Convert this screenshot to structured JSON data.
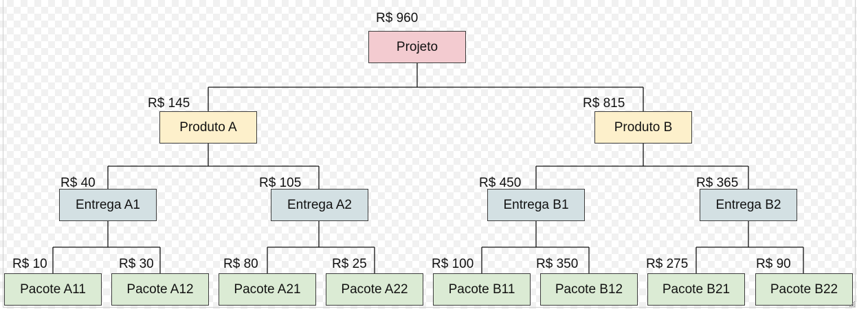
{
  "colors": {
    "root_fill": "#f3cbd0",
    "product_fill": "#fdf0cb",
    "delivery_fill": "#d3e0e3",
    "package_fill": "#dbebd4",
    "border": "#3c3c3c",
    "connector": "#111111"
  },
  "wbs": {
    "root": {
      "label": "Projeto",
      "cost": "R$ 960"
    },
    "products": [
      {
        "label": "Produto A",
        "cost": "R$ 145"
      },
      {
        "label": "Produto B",
        "cost": "R$ 815"
      }
    ],
    "deliveries": [
      {
        "label": "Entrega A1",
        "cost": "R$ 40"
      },
      {
        "label": "Entrega A2",
        "cost": "R$ 105"
      },
      {
        "label": "Entrega B1",
        "cost": "R$ 450"
      },
      {
        "label": "Entrega B2",
        "cost": "R$ 365"
      }
    ],
    "packages": [
      {
        "label": "Pacote A11",
        "cost": "R$ 10"
      },
      {
        "label": "Pacote A12",
        "cost": "R$ 30"
      },
      {
        "label": "Pacote A21",
        "cost": "R$ 80"
      },
      {
        "label": "Pacote A22",
        "cost": "R$ 25"
      },
      {
        "label": "Pacote B11",
        "cost": "R$ 100"
      },
      {
        "label": "Pacote B12",
        "cost": "R$ 350"
      },
      {
        "label": "Pacote B21",
        "cost": "R$ 275"
      },
      {
        "label": "Pacote B22",
        "cost": "R$ 90"
      }
    ]
  },
  "icons": {
    "resize_grip": "resize-grip-icon"
  }
}
